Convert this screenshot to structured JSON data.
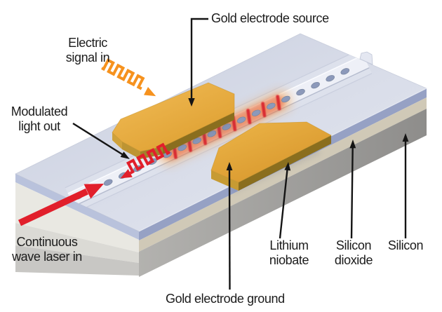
{
  "diagram": {
    "background_color": "#ffffff",
    "labels": {
      "electric_signal_in": "Electric\nsignal in",
      "gold_electrode_source": "Gold electrode source",
      "modulated_light_out": "Modulated\nlight out",
      "continuous_wave_laser_in": "Continuous\nwave laser in",
      "gold_electrode_ground": "Gold electrode ground",
      "lithium_niobate": "Lithium\nniobate",
      "silicon_dioxide": "Silicon\ndioxide",
      "silicon": "Silicon"
    },
    "icons": {
      "electric_signal_icon": "orange-square-wave-arrow",
      "modulated_light_icon": "red-square-wave-arrow",
      "laser_input_icon": "red-bold-arrow",
      "leader_arrows": "black-arrow"
    },
    "colors": {
      "signal_orange": "#f6921e",
      "light_red": "#e11f2b",
      "red_pulse": "#d9232c",
      "glow_orange": "#f0953a",
      "gold_top": "#e6ab3e",
      "gold_side_dark": "#8a6e1e",
      "gold_side_light": "#c79b33",
      "chip_top": "#d4d9e6",
      "ridge": "#eef0f7",
      "hole_blue": "#8c99ba",
      "lithium_niobate_edge": "#96a1c4",
      "silicon_dioxide_edge": "#d0c9b7",
      "silicon_edge": "#9b9a98",
      "leader_black": "#141414",
      "text": "#1b1b1b"
    }
  }
}
